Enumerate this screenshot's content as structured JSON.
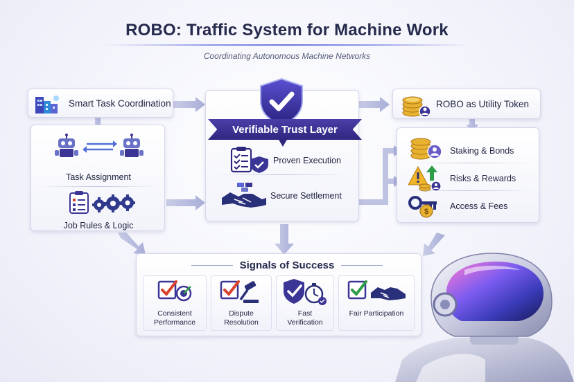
{
  "title": "ROBO: Traffic System for Machine Work",
  "subtitle": "Coordinating Autonomous Machine Networks",
  "left": {
    "header": "Smart Task Coordination",
    "task_assignment": "Task Assignment",
    "job_rules": "Job Rules & Logic"
  },
  "center": {
    "banner": "Verifiable Trust Layer",
    "proven_execution": "Proven Execution",
    "secure_settlement": "Secure Settlement"
  },
  "right": {
    "header": "ROBO as Utility Token",
    "staking": "Staking & Bonds",
    "risks": "Risks & Rewards",
    "access": "Access & Fees"
  },
  "signals": {
    "title": "Signals of Success",
    "cards": [
      {
        "line1": "Consistent",
        "line2": "Performance"
      },
      {
        "line1": "Dispute",
        "line2": "Resolution"
      },
      {
        "line1": "Fast",
        "line2": "Verification"
      },
      {
        "line1": "Fair Participation",
        "line2": ""
      }
    ]
  },
  "colors": {
    "accent": "#3b3596",
    "check_green": "#2e9e48",
    "check_red": "#d8432e",
    "gold": "#e8b130"
  }
}
